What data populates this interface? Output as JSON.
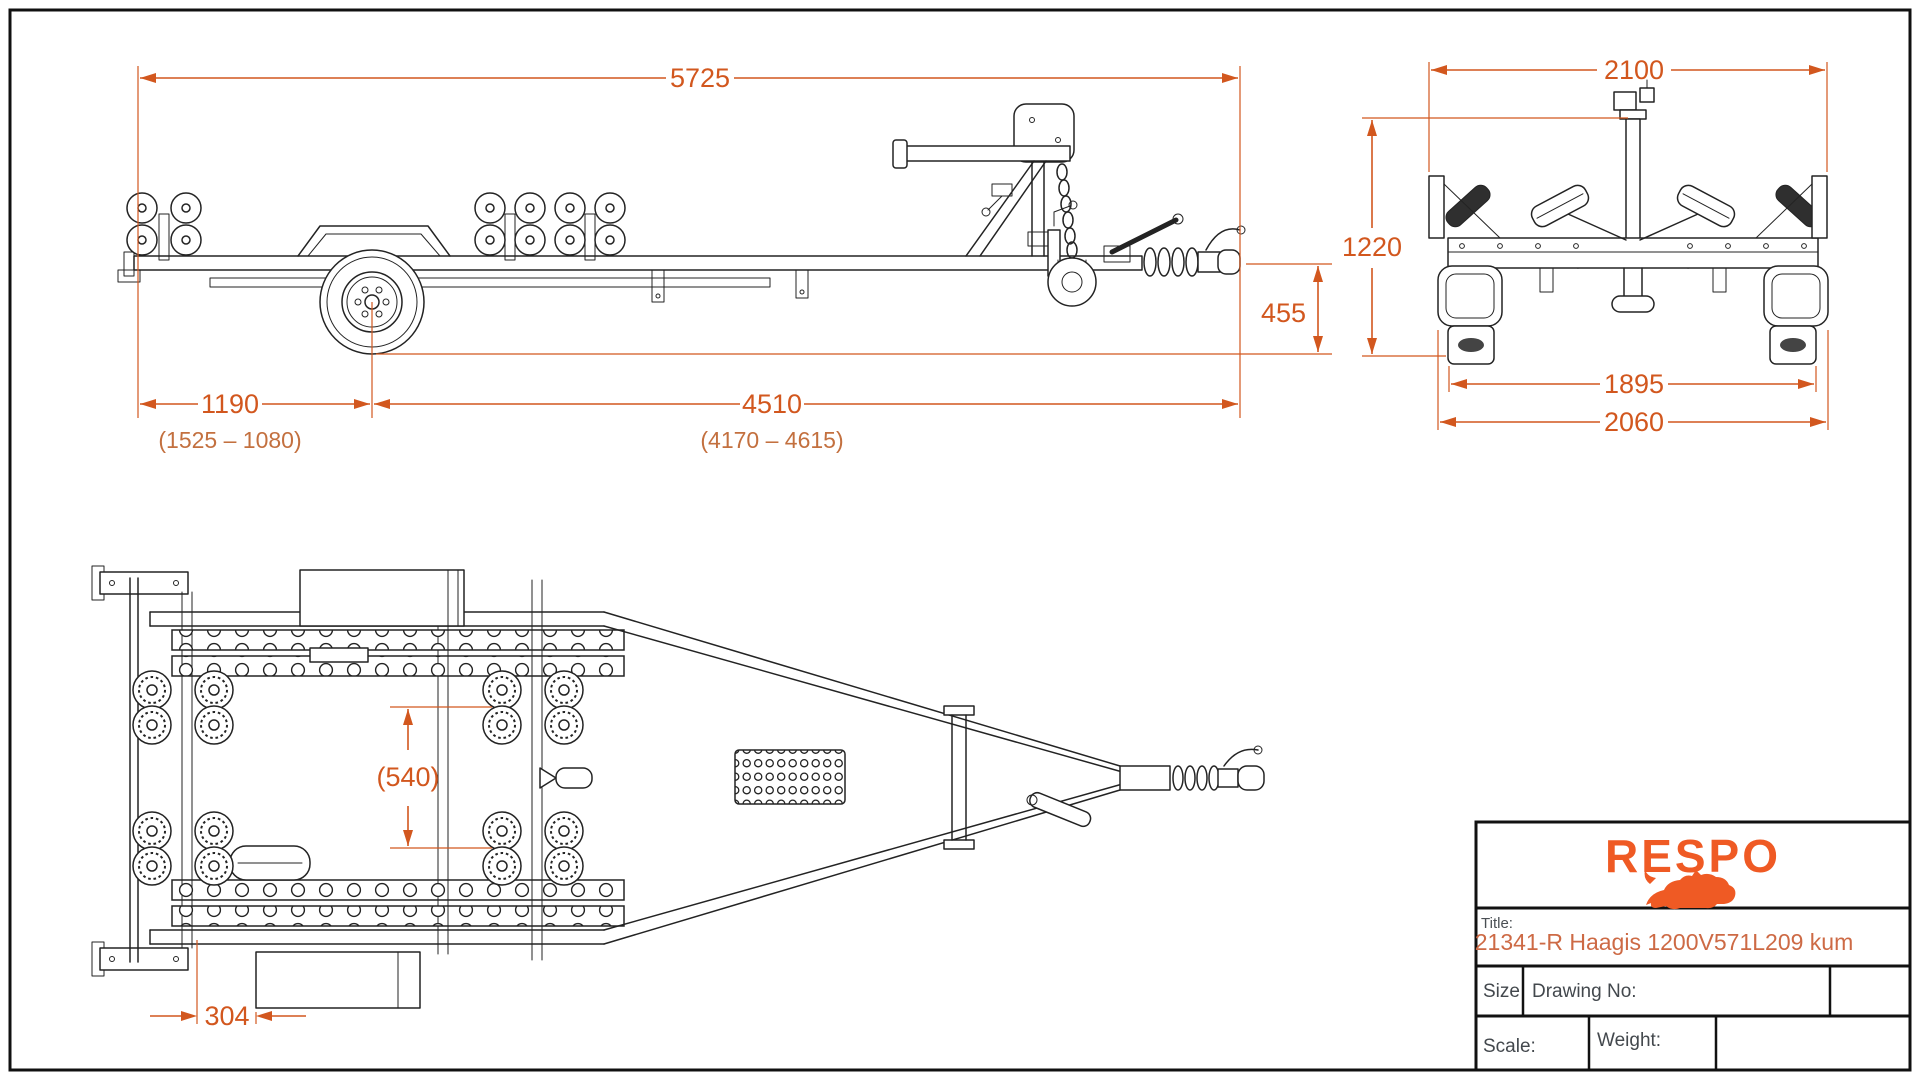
{
  "colors": {
    "dimension": "#d2571e",
    "dimension_secondary": "#c3703f",
    "line_art": "#232323",
    "logo_orange": "#ef5a24",
    "title_orange": "#cd6a45",
    "frame_black": "#111111"
  },
  "views": {
    "side": {
      "dims": {
        "overall_length": "5725",
        "drawbar_length": "1190",
        "drawbar_range": "(1525 – 1080)",
        "axle_to_coupling": "4510",
        "axle_range": "(4170 – 4615)",
        "coupling_height": "455"
      }
    },
    "rear": {
      "dims": {
        "overall_width": "2100",
        "overall_height": "1220",
        "inner_width": "1895",
        "outer_width": "2060"
      }
    },
    "plan": {
      "dims": {
        "roller_spacing": "(540)",
        "rear_offset": "304"
      }
    }
  },
  "title_block": {
    "brand": "RESPO",
    "title_label": "Title:",
    "title_value": "21341-R Haagis 1200V571L209 kum",
    "size_label": "Size",
    "drawing_no_label": "Drawing No:",
    "scale_label": "Scale:",
    "weight_label": "Weight:"
  }
}
